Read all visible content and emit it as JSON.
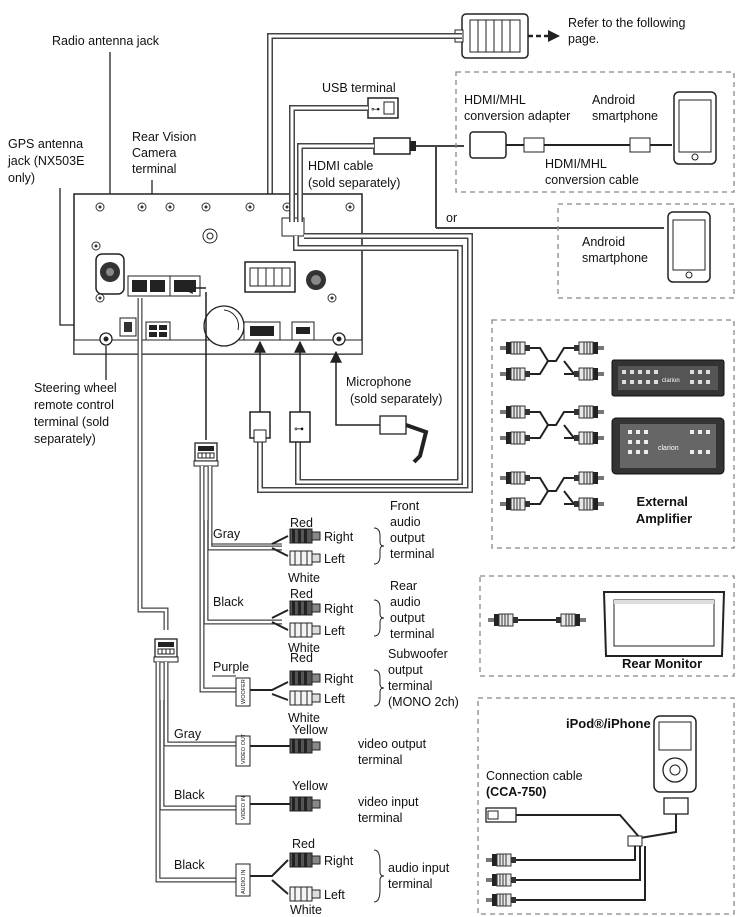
{
  "labels": {
    "refer": [
      "Refer to the following",
      "page."
    ],
    "radio_antenna": "Radio antenna jack",
    "usb_terminal": "USB terminal",
    "hdmi_adapter": [
      "HDMI/MHL",
      "conversion adapter"
    ],
    "android_1": [
      "Android",
      "smartphone"
    ],
    "gps": [
      "GPS antenna",
      "jack (NX503E",
      "only)"
    ],
    "rear_cam": [
      "Rear Vision",
      "Camera",
      "terminal"
    ],
    "hdmi_cable": [
      "HDMI cable",
      "(sold separately)"
    ],
    "hdmi_conv_cable": [
      "HDMI/MHL",
      "conversion cable"
    ],
    "or": "or",
    "android_2": [
      "Android",
      "smartphone"
    ],
    "microphone": [
      "Microphone",
      "(sold separately)"
    ],
    "steering": [
      "Steering wheel",
      "remote control",
      "terminal (sold",
      "separately)"
    ],
    "external_amp": [
      "External",
      "Amplifier"
    ],
    "rear_monitor": "Rear Monitor",
    "ipod": "iPod®/iPhone",
    "conn_cable": [
      "Connection cable",
      "(CCA-750)"
    ],
    "front_audio": [
      "Front",
      "audio",
      "output",
      "terminal"
    ],
    "rear_audio": [
      "Rear",
      "audio",
      "output",
      "terminal"
    ],
    "sub_out": [
      "Subwoofer",
      "output",
      "terminal",
      "(MONO 2ch)"
    ],
    "video_out": [
      "video output",
      "terminal"
    ],
    "video_in": [
      "video input",
      "terminal"
    ],
    "audio_in": [
      "audio input",
      "terminal"
    ],
    "red": "Red",
    "white": "White",
    "yellow": "Yellow",
    "right": "Right",
    "left": "Left",
    "gray": "Gray",
    "black": "Black",
    "purple": "Purple",
    "tag_woofer": "WOOFER",
    "tag_video_out": "VIDEO OUT",
    "tag_video_in": "VIDEO IN",
    "tag_audio_in": "AUDIO IN",
    "brand": "clarion"
  }
}
